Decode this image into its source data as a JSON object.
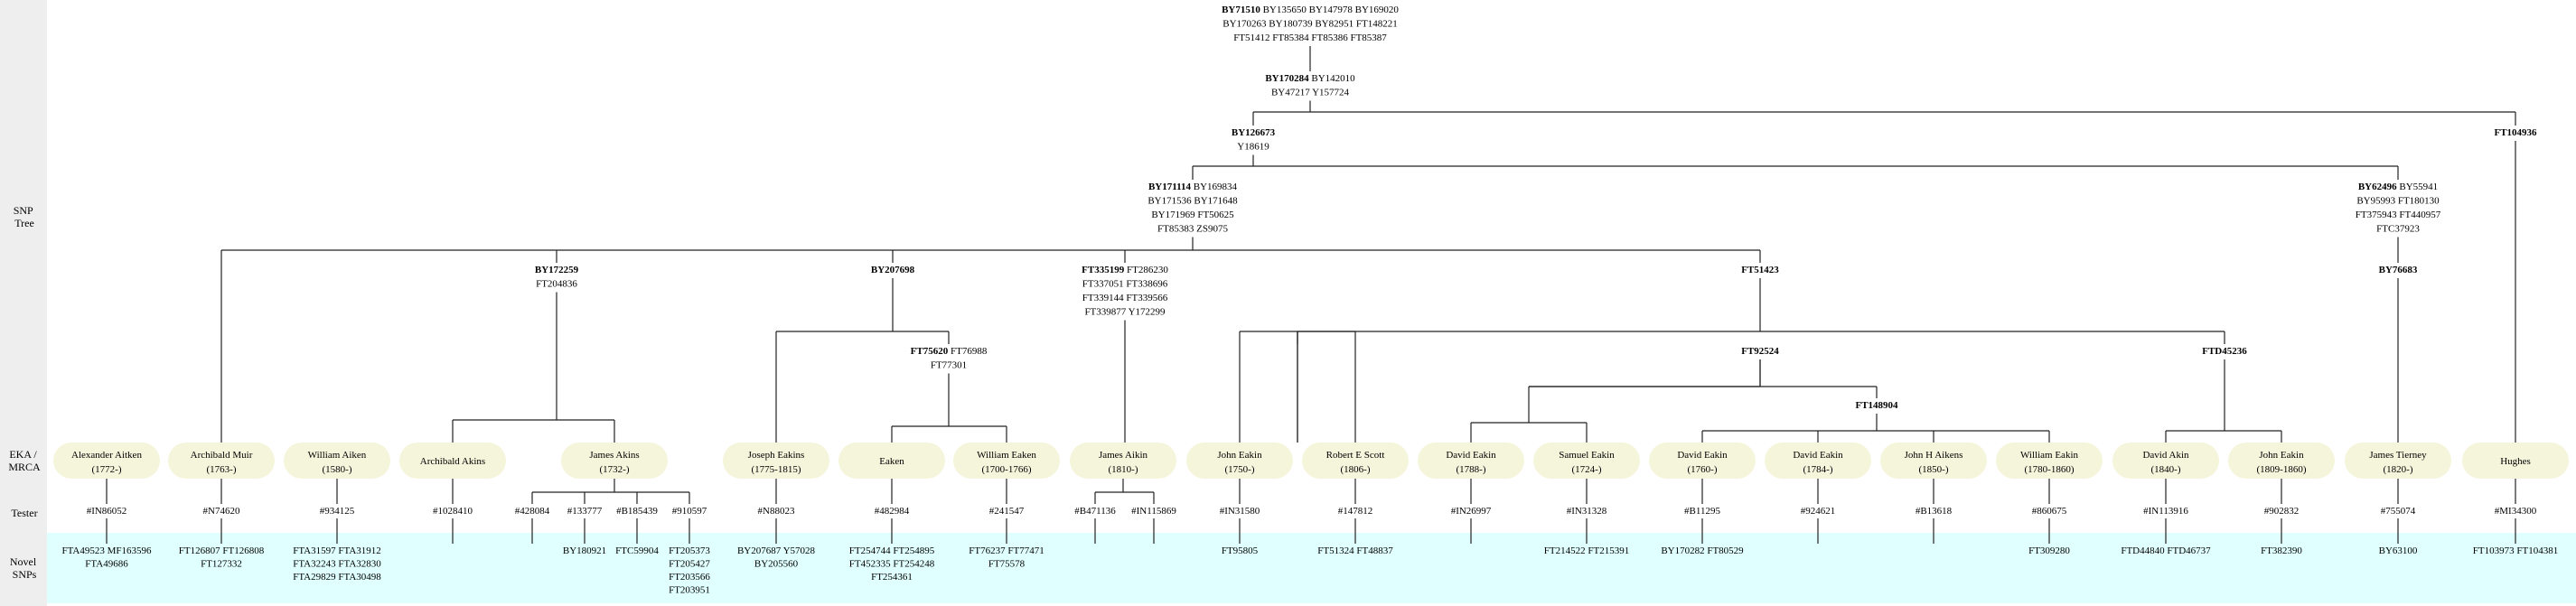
{
  "side_labels": {
    "snp_tree": [
      "SNP",
      "Tree"
    ],
    "eka_mrca": [
      "EKA /",
      "MRCA"
    ],
    "tester": [
      "Tester"
    ],
    "novel_snps": [
      "Novel",
      "SNPs"
    ]
  },
  "colors": {
    "side_band": "#eeeeee",
    "novel_band": "#e0ffff",
    "ancestor_box": "#f5f5dc",
    "line": "#222222"
  },
  "snp_nodes": [
    {
      "id": "root",
      "lines": [
        [
          "BY71510",
          " BY135650 BY147978 BY169020"
        ],
        [
          "",
          "BY170263 BY180739 BY82951 FT148221"
        ],
        [
          "",
          "FT51412 FT85384 FT85386 FT85387"
        ]
      ]
    },
    {
      "id": "n170284",
      "lines": [
        [
          "BY170284",
          " BY142010"
        ],
        [
          "",
          "BY47217 Y157724"
        ]
      ]
    },
    {
      "id": "n126673",
      "lines": [
        [
          "BY126673",
          ""
        ],
        [
          "",
          "Y18619"
        ]
      ]
    },
    {
      "id": "n104936",
      "lines": [
        [
          "FT104936",
          ""
        ]
      ]
    },
    {
      "id": "n171114",
      "lines": [
        [
          "BY171114",
          " BY169834"
        ],
        [
          "",
          "BY171536 BY171648"
        ],
        [
          "",
          "BY171969 FT50625"
        ],
        [
          "",
          "FT85383 ZS9075"
        ]
      ]
    },
    {
      "id": "n62496",
      "lines": [
        [
          "BY62496",
          " BY55941"
        ],
        [
          "",
          "BY95993 FT180130"
        ],
        [
          "",
          "FT375943 FT440957"
        ],
        [
          "",
          "FTC37923"
        ]
      ]
    },
    {
      "id": "n172259",
      "lines": [
        [
          "BY172259",
          ""
        ],
        [
          "",
          "FT204836"
        ]
      ]
    },
    {
      "id": "n207698",
      "lines": [
        [
          "BY207698",
          ""
        ]
      ]
    },
    {
      "id": "n335199",
      "lines": [
        [
          "FT335199",
          " FT286230"
        ],
        [
          "",
          "FT337051 FT338696"
        ],
        [
          "",
          "FT339144 FT339566"
        ],
        [
          "",
          "FT339877 Y172299"
        ]
      ]
    },
    {
      "id": "n51423",
      "lines": [
        [
          "FT51423",
          ""
        ]
      ]
    },
    {
      "id": "n76683",
      "lines": [
        [
          "BY76683",
          ""
        ]
      ]
    },
    {
      "id": "n75620",
      "lines": [
        [
          "FT75620",
          " FT76988"
        ],
        [
          "",
          "FT77301"
        ]
      ]
    },
    {
      "id": "n92524",
      "lines": [
        [
          "FT92524",
          ""
        ]
      ]
    },
    {
      "id": "n45236",
      "lines": [
        [
          "FTD45236",
          ""
        ]
      ]
    },
    {
      "id": "n148904",
      "lines": [
        [
          "FT148904",
          ""
        ]
      ]
    }
  ],
  "ancestors": [
    {
      "name": "Alexander Aitken",
      "years": "(1772-)",
      "tester": "#IN86052",
      "novel": [
        "FTA49523 MF163596",
        "FTA49686"
      ]
    },
    {
      "name": "Archibald Muir",
      "years": "(1763-)",
      "tester": "#N74620",
      "novel": [
        "FT126807 FT126808",
        "FT127332"
      ]
    },
    {
      "name": "William Aiken",
      "years": "(1580-)",
      "tester": "#934125",
      "novel": [
        "FTA31597 FTA31912",
        "FTA32243 FTA32830",
        "FTA29829 FTA30498"
      ]
    },
    {
      "name": "Archibald Akins",
      "years": "",
      "tester": "#1028410",
      "novel": []
    },
    {
      "name": "James Akins",
      "years": "(1732-)",
      "tester": "",
      "novel": []
    },
    {
      "name": "Joseph Eakins",
      "years": "(1775-1815)",
      "tester": "#N88023",
      "novel": [
        "BY207687 Y57028",
        "BY205560"
      ]
    },
    {
      "name": "Eaken",
      "years": "",
      "tester": "#482984",
      "novel": [
        "FT254744 FT254895",
        "FT452335 FT254248",
        "FT254361"
      ]
    },
    {
      "name": "William Eaken",
      "years": "(1700-1766)",
      "tester": "#241547",
      "novel": [
        "FT76237 FT77471",
        "FT75578"
      ]
    },
    {
      "name": "James Aikin",
      "years": "(1810-)",
      "tester": "",
      "novel": []
    },
    {
      "name": "John Eakin",
      "years": "(1750-)",
      "tester": "#IN31580",
      "novel": [
        "FT95805"
      ]
    },
    {
      "name": "Robert E Scott",
      "years": "(1806-)",
      "tester": "#147812",
      "novel": [
        "FT51324 FT48837"
      ]
    },
    {
      "name": "David Eakin",
      "years": "(1788-)",
      "tester": "#IN26997",
      "novel": []
    },
    {
      "name": "Samuel Eakin",
      "years": "(1724-)",
      "tester": "#IN31328",
      "novel": [
        "FT214522 FT215391"
      ]
    },
    {
      "name": "David Eakin",
      "years": "(1760-)",
      "tester": "#B11295",
      "novel": [
        "BY170282 FT80529"
      ]
    },
    {
      "name": "David Eakin",
      "years": "(1784-)",
      "tester": "#924621",
      "novel": []
    },
    {
      "name": "John H Aikens",
      "years": "(1850-)",
      "tester": "#B13618",
      "novel": []
    },
    {
      "name": "William Eakin",
      "years": "(1780-1860)",
      "tester": "#860675",
      "novel": [
        "FT309280"
      ]
    },
    {
      "name": "David Akin",
      "years": "(1840-)",
      "tester": "#IN113916",
      "novel": [
        "FTD44840 FTD46737"
      ]
    },
    {
      "name": "John Eakin",
      "years": "(1809-1860)",
      "tester": "#902832",
      "novel": [
        "FT382390"
      ]
    },
    {
      "name": "James Tierney",
      "years": "(1820-)",
      "tester": "#755074",
      "novel": [
        "BY63100"
      ]
    },
    {
      "name": "Hughes",
      "years": "",
      "tester": "#MI34300",
      "novel": [
        "FT103973 FT104381"
      ]
    }
  ],
  "sub_testers": [
    {
      "tester": "#428084",
      "novel": []
    },
    {
      "tester": "#133777",
      "novel": [
        "BY180921"
      ]
    },
    {
      "tester": "#B185439",
      "novel": [
        "FTC59904"
      ]
    },
    {
      "tester": "#910597",
      "novel": [
        "FT205373",
        "FT205427",
        "FT203566",
        "FT203951"
      ]
    },
    {
      "tester": "#B471136",
      "novel": []
    },
    {
      "tester": "#IN115869",
      "novel": []
    }
  ]
}
